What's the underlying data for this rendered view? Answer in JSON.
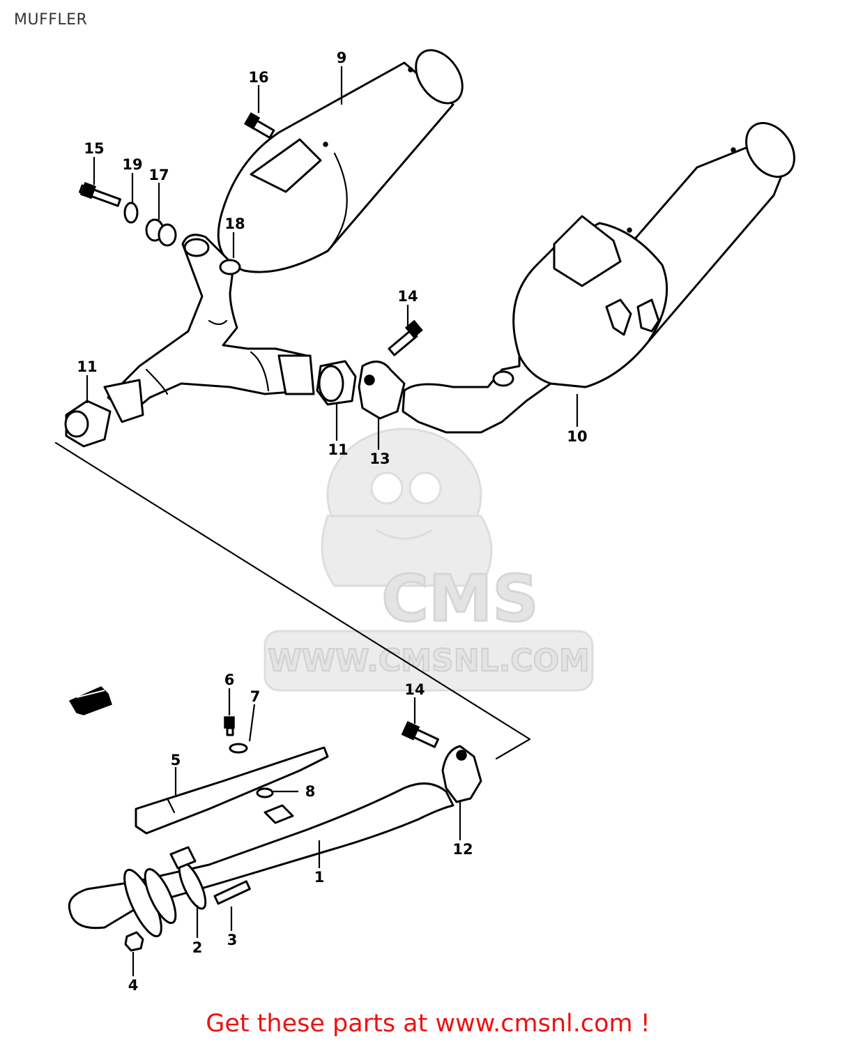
{
  "page": {
    "title": "MUFFLER"
  },
  "watermark": {
    "brand": "CMS",
    "url": "WWW.CMSNL.COM"
  },
  "callouts": {
    "p1": "1",
    "p2": "2",
    "p3": "3",
    "p4": "4",
    "p5": "5",
    "p6": "6",
    "p7": "7",
    "p8": "8",
    "p9": "9",
    "p10": "10",
    "p11a": "11",
    "p11b": "11",
    "p12": "12",
    "p13": "13",
    "p14a": "14",
    "p14b": "14",
    "p15": "15",
    "p16": "16",
    "p17": "17",
    "p18": "18",
    "p19": "19"
  },
  "footer": {
    "link_text": "Get these parts at www.cmsnl.com !"
  },
  "colors": {
    "link": "#ee1111",
    "line": "#000000",
    "watermark": "#e4e4e4"
  }
}
